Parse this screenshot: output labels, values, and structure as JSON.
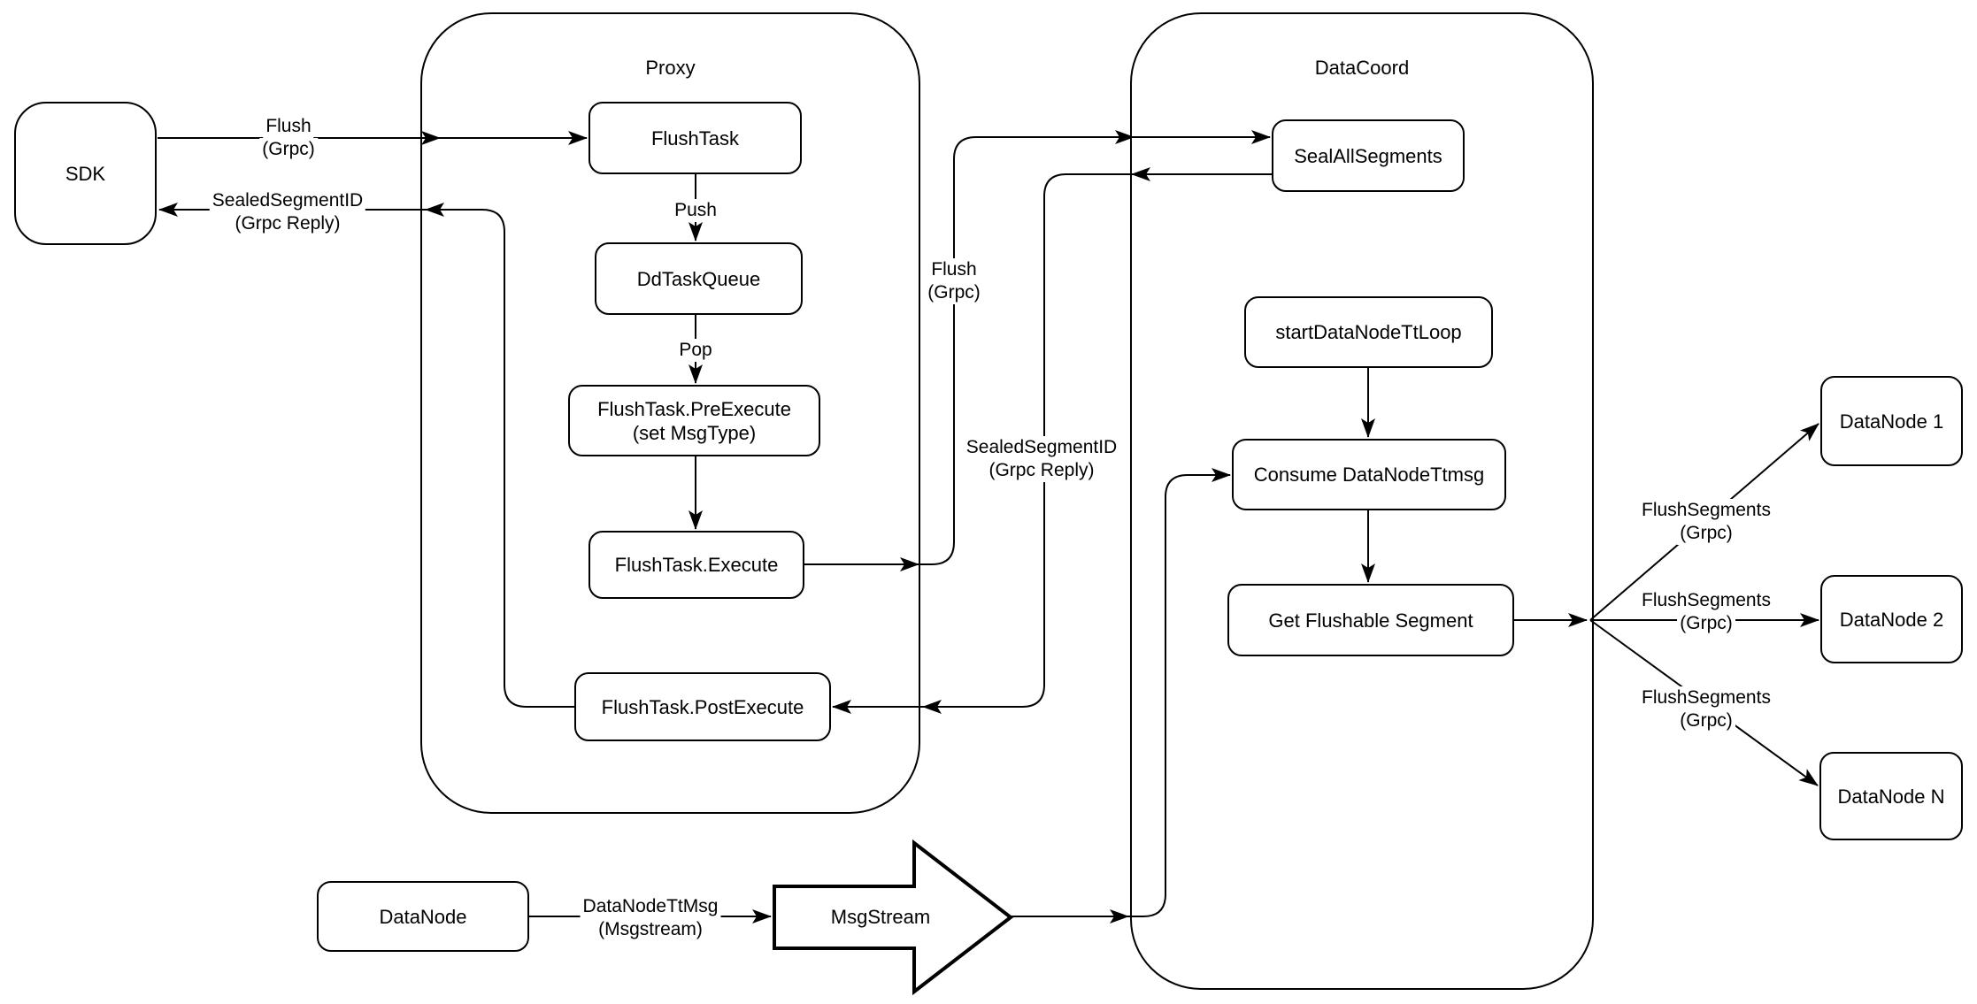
{
  "diagram": {
    "background_color": "#ffffff",
    "stroke_color": "#000000",
    "containers": {
      "proxy": {
        "title": "Proxy"
      },
      "datacoord": {
        "title": "DataCoord"
      }
    },
    "nodes": {
      "sdk": {
        "label": "SDK"
      },
      "flush_task": {
        "label": "FlushTask"
      },
      "dd_task_queue": {
        "label": "DdTaskQueue"
      },
      "pre_execute": {
        "line1": "FlushTask.PreExecute",
        "line2": "(set MsgType)"
      },
      "execute": {
        "label": "FlushTask.Execute"
      },
      "post_execute": {
        "label": "FlushTask.PostExecute"
      },
      "seal_all_segments": {
        "label": "SealAllSegments"
      },
      "start_datanode_tt_loop": {
        "label": "startDataNodeTtLoop"
      },
      "consume_datanode_ttmsg": {
        "label": "Consume DataNodeTtmsg"
      },
      "get_flushable_segment": {
        "label": "Get Flushable Segment"
      },
      "datanode_1": {
        "label": "DataNode 1"
      },
      "datanode_2": {
        "label": "DataNode 2"
      },
      "datanode_n": {
        "label": "DataNode N"
      },
      "datanode": {
        "label": "DataNode"
      },
      "msgstream": {
        "label": "MsgStream"
      }
    },
    "edge_labels": {
      "flush_sdk_proxy": {
        "line1": "Flush",
        "line2": "(Grpc)"
      },
      "sealed_proxy_sdk": {
        "line1": "SealedSegmentID",
        "line2": "(Grpc Reply)"
      },
      "push": {
        "label": "Push"
      },
      "pop": {
        "label": "Pop"
      },
      "flush_proxy_datacoord": {
        "line1": "Flush",
        "line2": "(Grpc)"
      },
      "sealed_datacoord_proxy": {
        "line1": "SealedSegmentID",
        "line2": "(Grpc Reply)"
      },
      "flush_segments_1": {
        "line1": "FlushSegments",
        "line2": "(Grpc)"
      },
      "flush_segments_2": {
        "line1": "FlushSegments",
        "line2": "(Grpc)"
      },
      "flush_segments_3": {
        "line1": "FlushSegments",
        "line2": "(Grpc)"
      },
      "datanode_tt_msg": {
        "line1": "DataNodeTtMsg",
        "line2": "(Msgstream)"
      }
    }
  }
}
